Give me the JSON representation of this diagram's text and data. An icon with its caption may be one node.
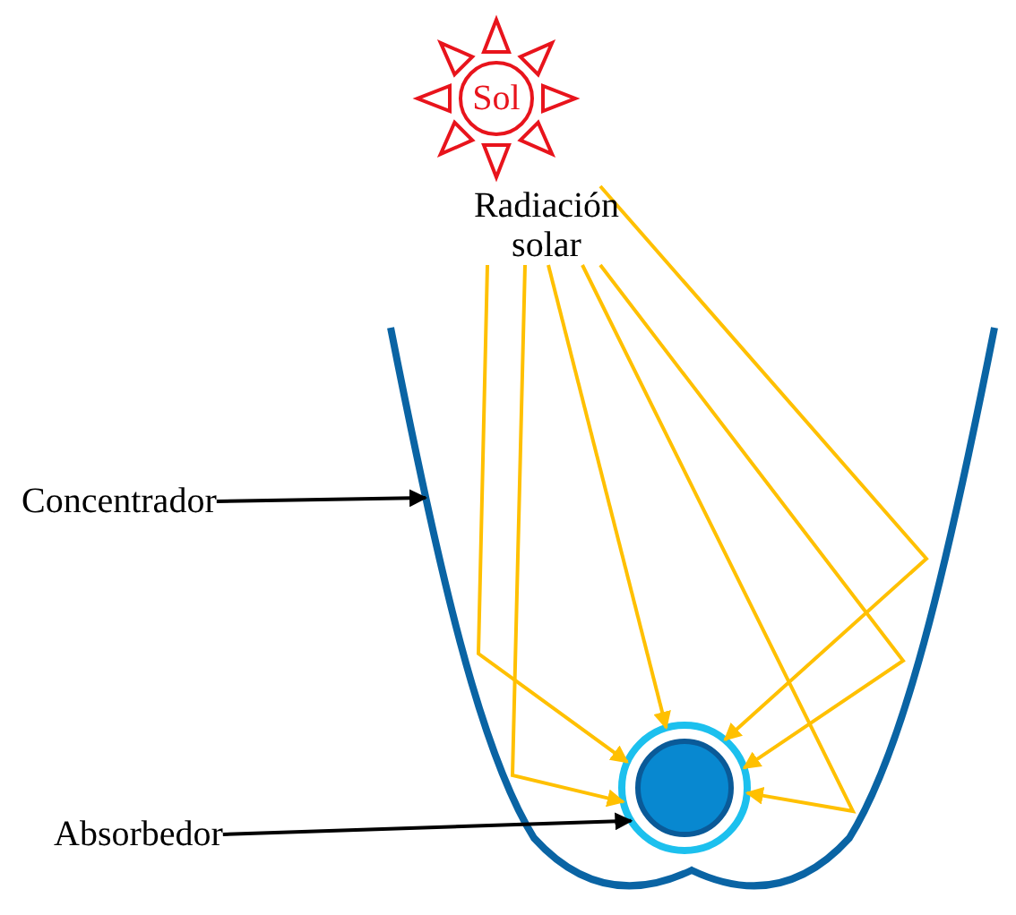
{
  "diagram": {
    "nodes": [
      {
        "text": [
          "Sol"
        ]
      },
      {
        "text": [
          "Radiación solar"
        ]
      },
      {
        "text": [
          "Concentrador"
        ]
      },
      {
        "text": [],
        "shape": "curve"
      },
      {
        "text": [
          "Absorbedor"
        ]
      },
      {
        "text": [],
        "shape": "circle",
        "in": 3
      }
    ],
    "edges": [
      {
        "from": 2,
        "to": 3,
        "arrow": "to",
        "color": "#000000"
      },
      {
        "from": 4,
        "to": 5,
        "arrow": "to",
        "color": "#000000"
      },
      {
        "from": 1,
        "to": 5,
        "arrow": "to"
      },
      {
        "from": 1,
        "to": 5,
        "arrow": "to"
      },
      {
        "from": 1,
        "to": 5,
        "arrow": "to"
      },
      {
        "from": 1,
        "to": 5,
        "arrow": "to"
      },
      {
        "from": 1,
        "to": 5,
        "arrow": "to"
      },
      {
        "from": 1,
        "to": 5,
        "arrow": "to"
      }
    ]
  }
}
